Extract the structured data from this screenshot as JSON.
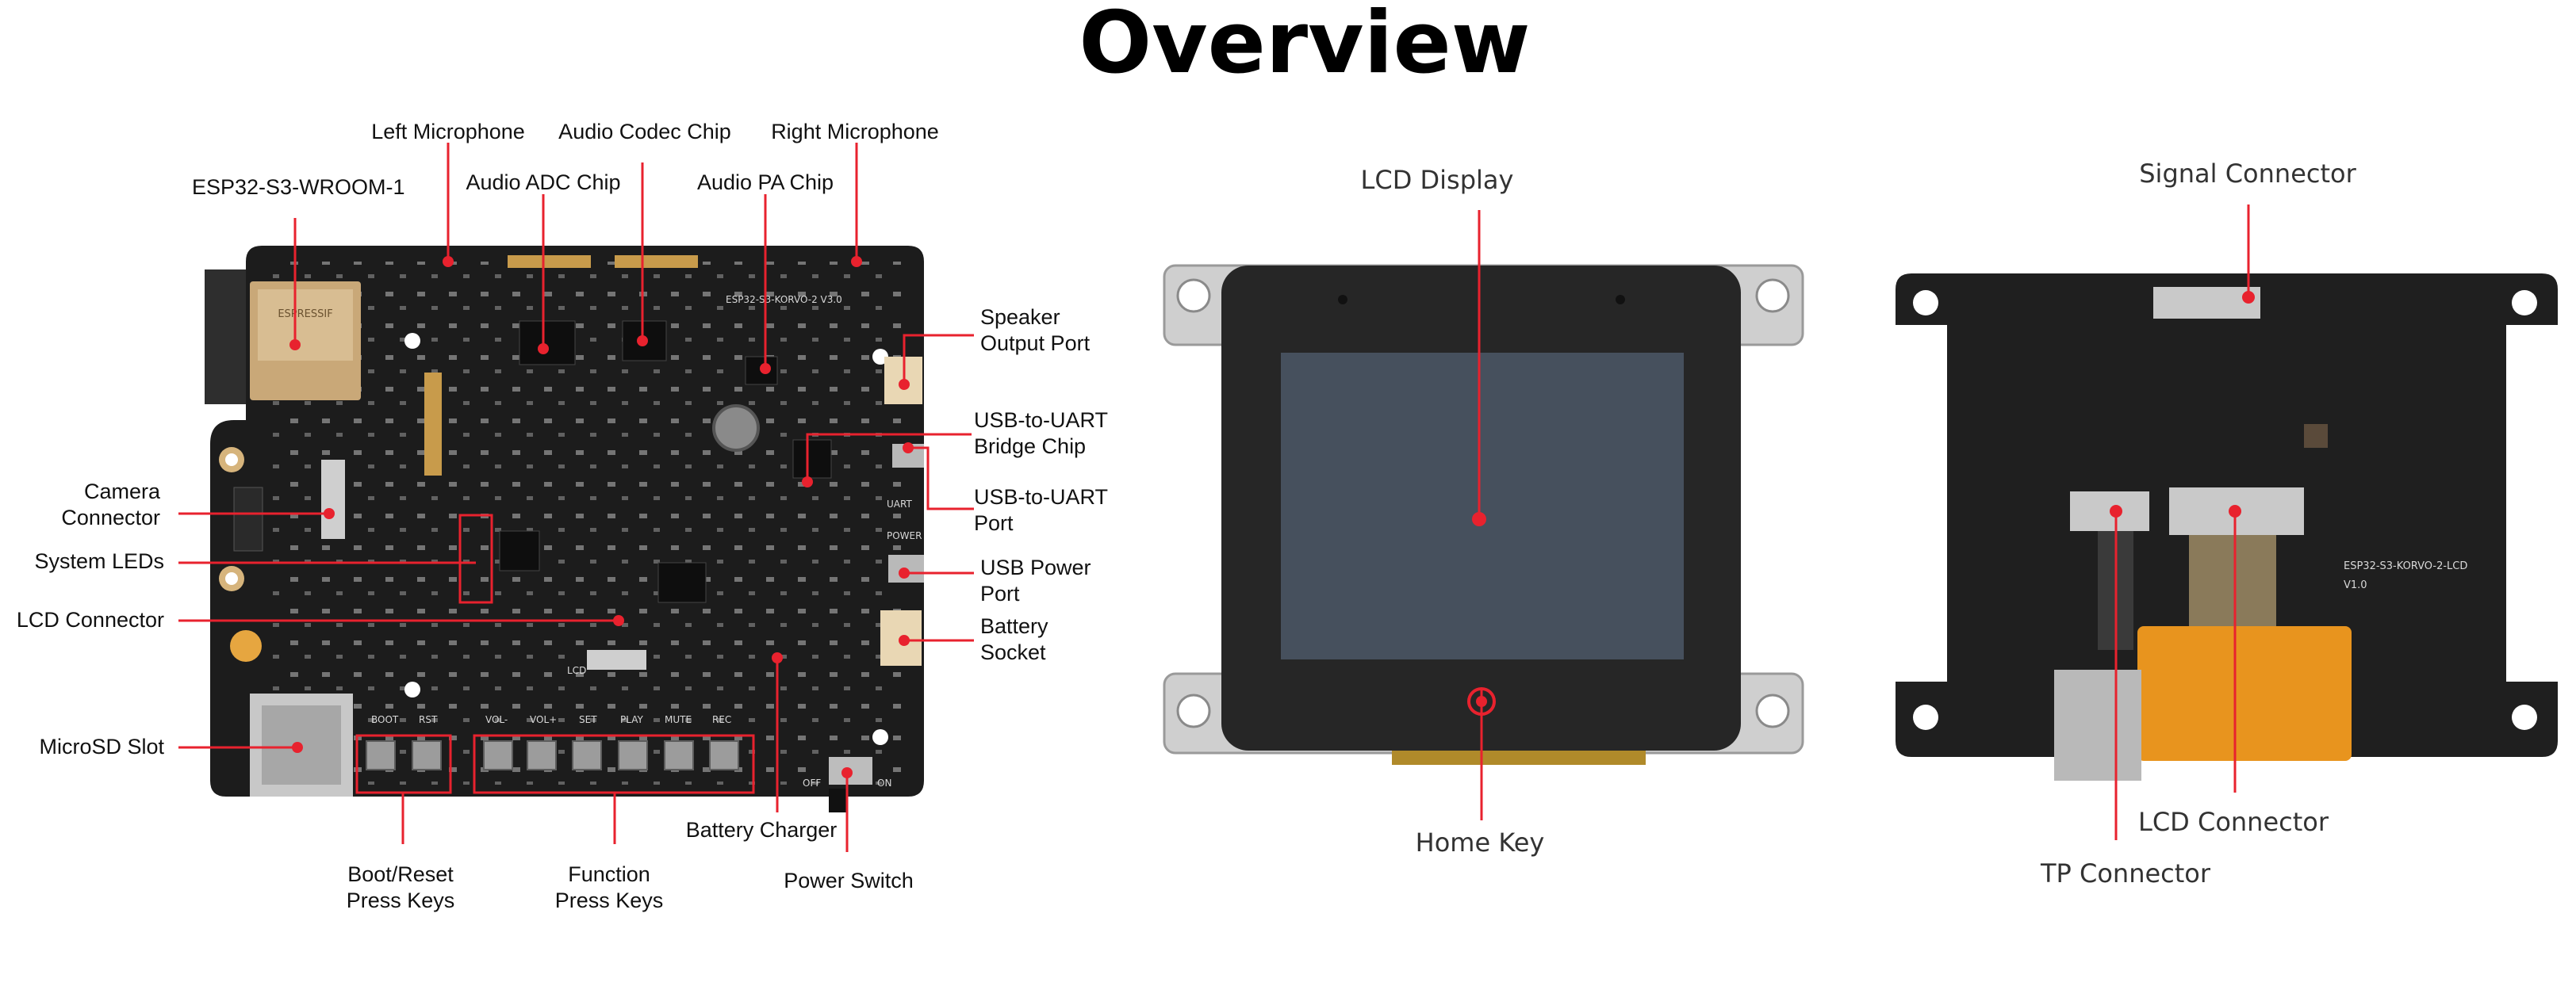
{
  "title": "Overview",
  "colors": {
    "callout": "#e8222e",
    "board": "#1c1c1c",
    "lcd_frame": "#2a2a2a",
    "lcd_screen": "#46505d",
    "flex": "#e8941e"
  },
  "main_board": {
    "labels": {
      "wroom": "ESP32-S3-WROOM-1",
      "left_mic": "Left Microphone",
      "adc": "Audio ADC Chip",
      "codec": "Audio Codec Chip",
      "pa": "Audio PA Chip",
      "right_mic": "Right Microphone",
      "speaker": [
        "Speaker",
        "Output Port"
      ],
      "uart_bridge": [
        "USB-to-UART",
        "Bridge Chip"
      ],
      "uart_port": [
        "USB-to-UART",
        "Port"
      ],
      "usb_power": [
        "USB Power",
        "Port"
      ],
      "battery_socket": [
        "Battery",
        "Socket"
      ],
      "battery_charger": "Battery Charger",
      "power_switch": "Power Switch",
      "function_keys": [
        "Function",
        "Press Keys"
      ],
      "boot_reset_keys": [
        "Boot/Reset",
        "Press Keys"
      ],
      "microsd": "MicroSD Slot",
      "lcd_connector": "LCD Connector",
      "system_leds": "System LEDs",
      "camera": [
        "Camera",
        "Connector"
      ]
    },
    "silkscreen": {
      "board_name": "ESP32-S3-KORVO-2  V3.0",
      "boot": "BOOT",
      "rst": "RST",
      "keys": [
        "VOL-",
        "VOL+",
        "SET",
        "PLAY",
        "MUTE",
        "REC"
      ],
      "power": "POWER",
      "uart": "UART",
      "lcd": "LCD",
      "off": "OFF",
      "on": "ON",
      "module": "ESPRESSIF"
    }
  },
  "lcd_front": {
    "labels": {
      "display": "LCD Display",
      "home_key": "Home Key"
    }
  },
  "lcd_back": {
    "labels": {
      "signal": "Signal Connector",
      "lcd_connector": "LCD Connector",
      "tp": "TP Connector"
    },
    "silkscreen": {
      "board_name": "ESP32-S3-KORVO-2-LCD",
      "version": "V1.0"
    }
  }
}
